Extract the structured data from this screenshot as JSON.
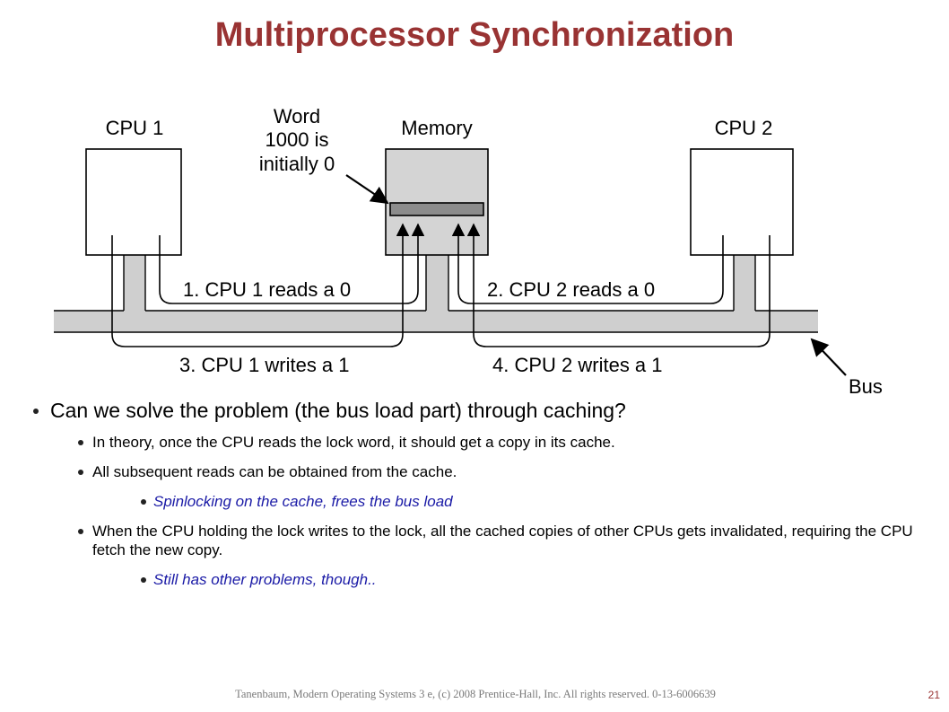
{
  "slide": {
    "title": "Multiprocessor Synchronization",
    "footer": "Tanenbaum, Modern Operating Systems 3 e, (c) 2008 Prentice-Hall, Inc. All rights reserved. 0-13-6006639",
    "page_number": "21"
  },
  "diagram": {
    "cpu1_label": "CPU 1",
    "cpu2_label": "CPU 2",
    "memory_label": "Memory",
    "word_note": [
      "Word",
      "1000 is",
      "initially 0"
    ],
    "bus_label": "Bus",
    "step1": "1. CPU 1 reads a 0",
    "step2": "2. CPU 2 reads a 0",
    "step3": "3. CPU 1 writes a 1",
    "step4": "4. CPU 2 writes a 1"
  },
  "bullets": [
    {
      "level": 1,
      "text": "Can we solve the problem (the bus load part) through caching?"
    },
    {
      "level": 2,
      "text": "In theory, once the CPU reads the lock word, it should get a copy in its cache."
    },
    {
      "level": 2,
      "text": "All subsequent reads can be obtained from the cache."
    },
    {
      "level": 3,
      "text": "Spinlocking on the cache, frees the bus load"
    },
    {
      "level": 2,
      "text": "When the CPU holding the lock writes to the lock, all the cached copies of other CPUs gets invalidated, requiring the CPU fetch the new copy."
    },
    {
      "level": 3,
      "text": "Still has other problems, though.."
    }
  ]
}
